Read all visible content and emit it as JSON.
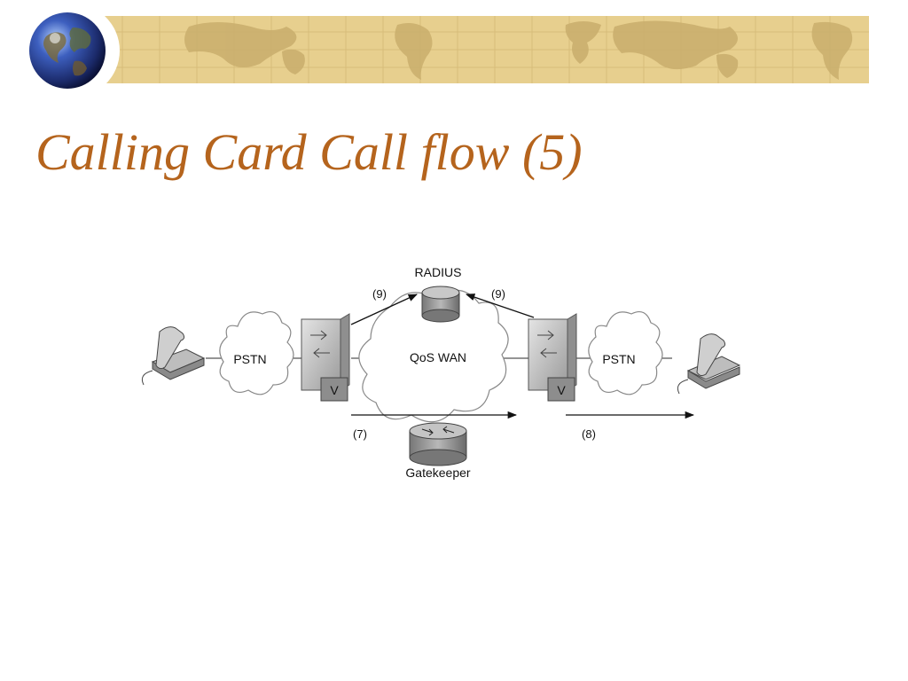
{
  "slide": {
    "title": "Calling Card Call flow (5)"
  },
  "diagram": {
    "nodes": {
      "radius": "RADIUS",
      "qos_wan": "QoS WAN",
      "pstn_left": "PSTN",
      "pstn_right": "PSTN",
      "gatekeeper": "Gatekeeper",
      "gateway_left_badge": "V",
      "gateway_right_badge": "V"
    },
    "steps": {
      "step_9_left": "(9)",
      "step_9_right": "(9)",
      "step_7": "(7)",
      "step_8": "(8)"
    }
  },
  "colors": {
    "title": "#b5641d",
    "banner": "#e7cf8e",
    "map": "#c9ae6c"
  }
}
